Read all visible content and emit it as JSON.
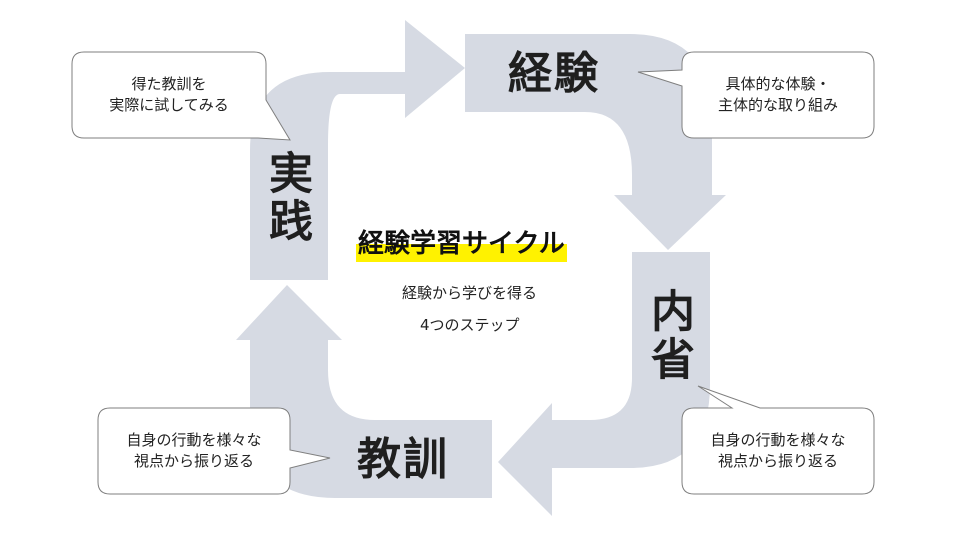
{
  "diagram": {
    "title": "経験学習サイクル",
    "subtitle_1": "経験から学びを得る",
    "subtitle_2": "4つのステップ",
    "steps": {
      "top": "経験",
      "right": "内省",
      "bottom": "教訓",
      "left": "実践"
    },
    "callouts": {
      "top_left": "得た教訓を\n実際に試してみる",
      "top_right": "具体的な体験・\n主体的な取り組み",
      "bottom_right": "自身の行動を様々な\n視点から振り返る",
      "bottom_left": "自身の行動を様々な\n視点から振り返る"
    }
  },
  "colors": {
    "arrow_fill": "#d6dae3",
    "highlight": "#fff200",
    "callout_border": "#7f7f7f"
  }
}
